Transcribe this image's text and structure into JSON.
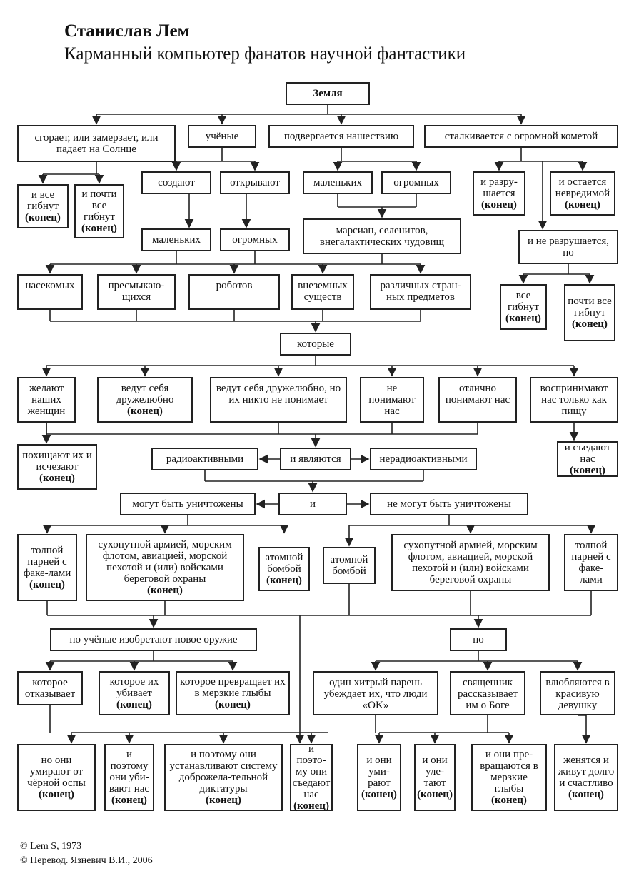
{
  "header": {
    "author": "Станислав Лем",
    "title": "Карманный компьютер фанатов научной фантастики"
  },
  "end_label": "(конец)",
  "nodes": {
    "zemlya": "Земля",
    "sgoraet": "сгорает, или замерзает, или падает на Солнце",
    "uchenye": "учёные",
    "nashestvie": "подвергается нашествию",
    "kometa": "сталкивается с огромной кометой",
    "vse_gibnut1": "и все гибнут",
    "pochti_vse_gibnut1": "и почти все гибнут",
    "sozdayut": "создают",
    "otkryvayut": "открывают",
    "malenkih_top": "маленьких",
    "ogromnyh_top": "огромных",
    "razrushaetsya": "и разру-шается",
    "ostaetsya": "и остается невредимой",
    "malenkih_mid": "маленьких",
    "ogromnyh_mid": "огромных",
    "marsian": "марсиан, селенитов, внегалактических чудовищ",
    "ne_razrushaetsya": "и не разрушается, но",
    "nasekomyh": "насекомых",
    "presmykayu": "пресмыкаю-щихся",
    "robotov": "роботов",
    "vnezemnyh": "внеземных существ",
    "razlichnyh": "различных стран-ных предметов",
    "vse_gibnut2": "все гибнут",
    "pochti_vse_gibnut2": "почти все гибнут",
    "kotorye": "которые",
    "zhelayut": "желают наших женщин",
    "vedut_sebya": "ведут себя дружелюбно",
    "vedut_nikto": "ведут себя дружелюбно, но их никто не понимает",
    "ne_ponimayut": "не понимают нас",
    "otlichno": "отлично понимают нас",
    "vosprinimayut": "воспринимают нас только как пищу",
    "pohishchayut": "похищают их и исчезают",
    "radioaktivnymi": "радиоактивными",
    "yavlyayutsya": "и являются",
    "neradioaktivnymi": "нерадиоактивными",
    "sedayut_nas": "и съедают нас",
    "mogut": "могут быть уничтожены",
    "i": "и",
    "ne_mogut": "не могут быть уничтожены",
    "tolpoy_l": "толпой парней с факе-лами",
    "armiey_l": "сухопутной армией, морским флотом, авиацией, морской пехотой и (или) войсками береговой охраны",
    "atomnoy_l": "атомной бомбой",
    "atomnoy_r": "атомной бомбой",
    "armiey_r": "сухопутной армией, морским флотом, авиацией, морской пехотой и (или) войсками береговой охраны",
    "tolpoy_r": "толпой парней с факе-лами",
    "no_uchenye": "но учёные изобретают новое оружие",
    "no": "но",
    "otkazyvaet": "которое отказывает",
    "ubivaet": "которое их убивает",
    "prevrashchaet": "которое превращает их в мерзкие глыбы",
    "hitryy": "один хитрый парень убеждает их, что люди «OK»",
    "svyashchennik": "священник рассказывает им о Боге",
    "vlyublyayutsya": "влюбляются в красивую девушку",
    "no_oni_umirayut": "но они умирают от чёрной оспы",
    "poetomu_ubivayut": "и поэтому они уби-вают нас",
    "poetomu_diktatura": "и поэтому они устанавливают систему доброжела-тельной диктатуры",
    "poetomu_sedayut": "и поэто-му они съедают нас",
    "oni_umirayut": "и они уми-рают",
    "oni_uletayut": "и они уле-тают",
    "oni_prevrashchayutsya": "и они пре-вращаются в мерзкие глыбы",
    "zhenyatsya": "женятся и живут долго и счастливо"
  },
  "copyright": {
    "line1": "© Lem S, 1973",
    "line2": "© Перевод. Язневич В.И., 2006"
  }
}
